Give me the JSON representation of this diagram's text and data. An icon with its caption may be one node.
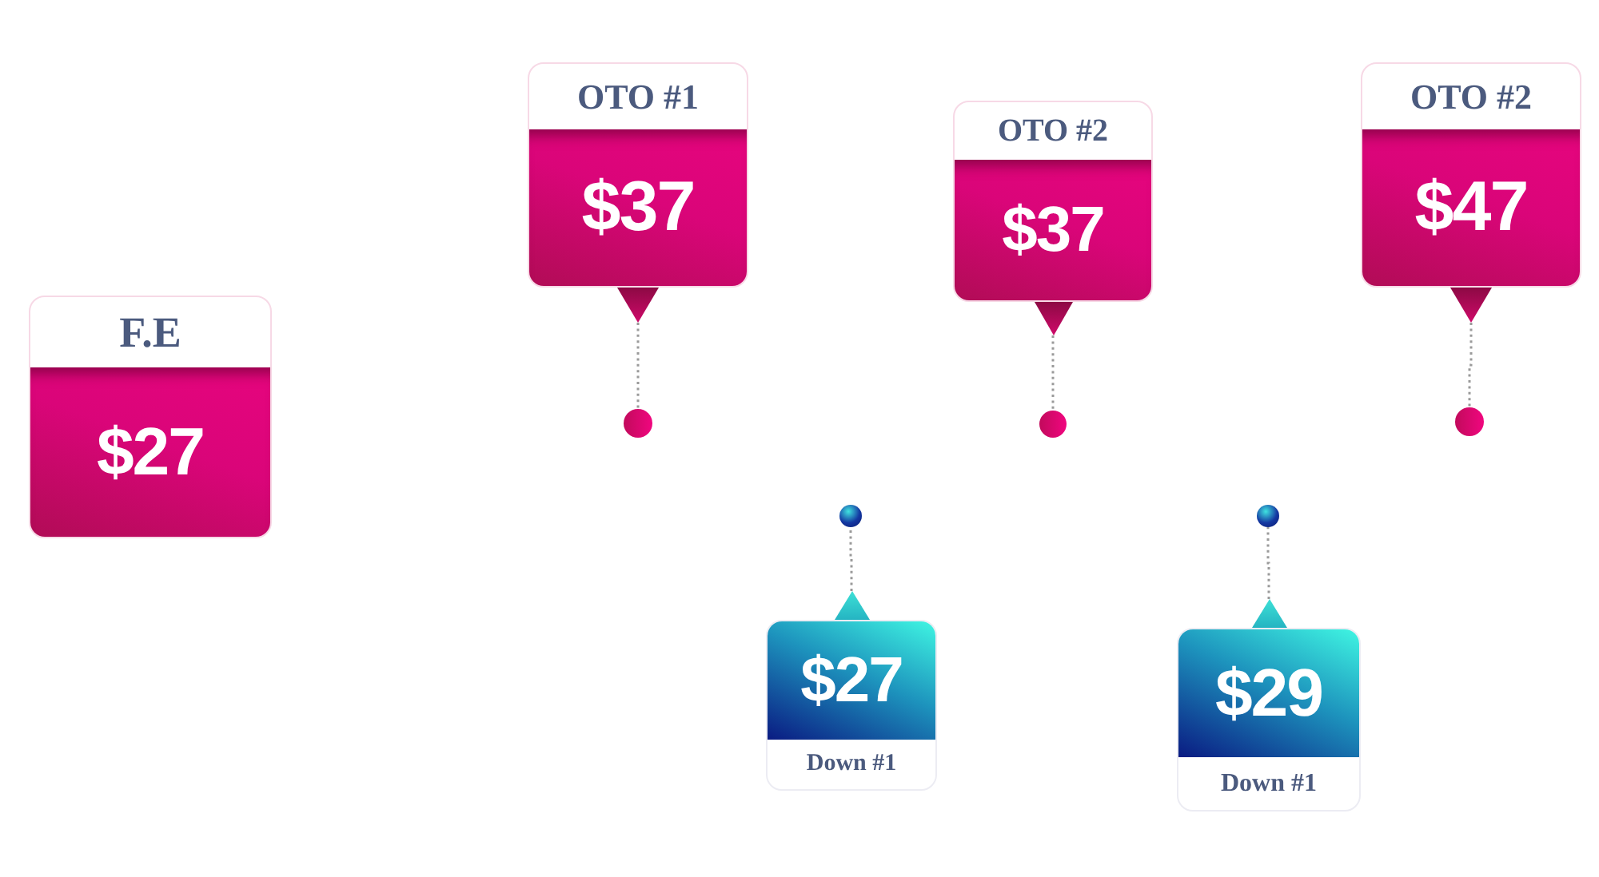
{
  "diagram": {
    "nodes": [
      {
        "text": [
          "F.E",
          "$27"
        ]
      },
      {
        "text": [
          "OTO #1",
          "$37"
        ]
      },
      {
        "text": [
          "OTO #2",
          "$37"
        ]
      },
      {
        "text": [
          "OTO #2",
          "$47"
        ]
      },
      {
        "text": [],
        "shape": "circle"
      },
      {
        "text": [],
        "shape": "circle"
      },
      {
        "text": [],
        "shape": "circle"
      },
      {
        "text": [],
        "shape": "circle"
      },
      {
        "text": [],
        "shape": "circle"
      },
      {
        "text": [
          "$27",
          "Down #1"
        ]
      },
      {
        "text": [
          "$29",
          "Down #1"
        ]
      }
    ],
    "edges": [
      {
        "from": 1,
        "to": 4,
        "arrow": "none",
        "style": "dashed"
      },
      {
        "from": 2,
        "to": 5,
        "arrow": "none",
        "style": "dashed"
      },
      {
        "from": 3,
        "to": 6,
        "arrow": "none",
        "style": "dashed"
      },
      {
        "from": 9,
        "to": 7,
        "arrow": "none",
        "style": "dashed"
      },
      {
        "from": 10,
        "to": 8,
        "arrow": "none",
        "style": "dashed"
      }
    ]
  }
}
